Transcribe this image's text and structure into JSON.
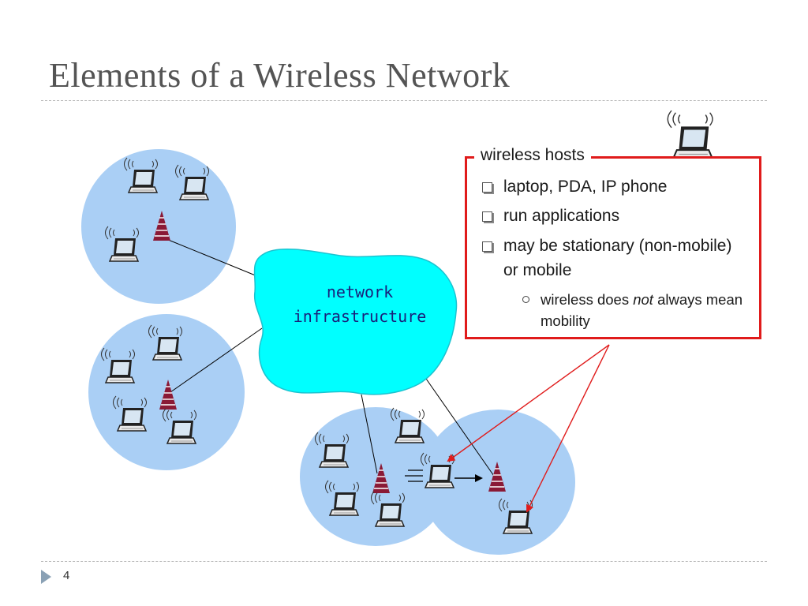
{
  "slide": {
    "title": "Elements of a Wireless Network",
    "page_number": "4"
  },
  "diagram": {
    "cloud_label_line1": "network",
    "cloud_label_line2": "infrastructure",
    "colors": {
      "cell_fill": "#aacff5",
      "cloud_fill": "#00ffff",
      "tower_fill": "#8a1a36",
      "callout_border": "#e01b1b",
      "arrow": "#e01b1b"
    }
  },
  "callout": {
    "heading": "wireless hosts",
    "bullets": [
      "laptop, PDA, IP phone",
      "run applications",
      "may be stationary (non-mobile) or mobile"
    ],
    "sub_bullet_pre": "wireless does ",
    "sub_bullet_emph": "not",
    "sub_bullet_post": " always mean mobility"
  }
}
